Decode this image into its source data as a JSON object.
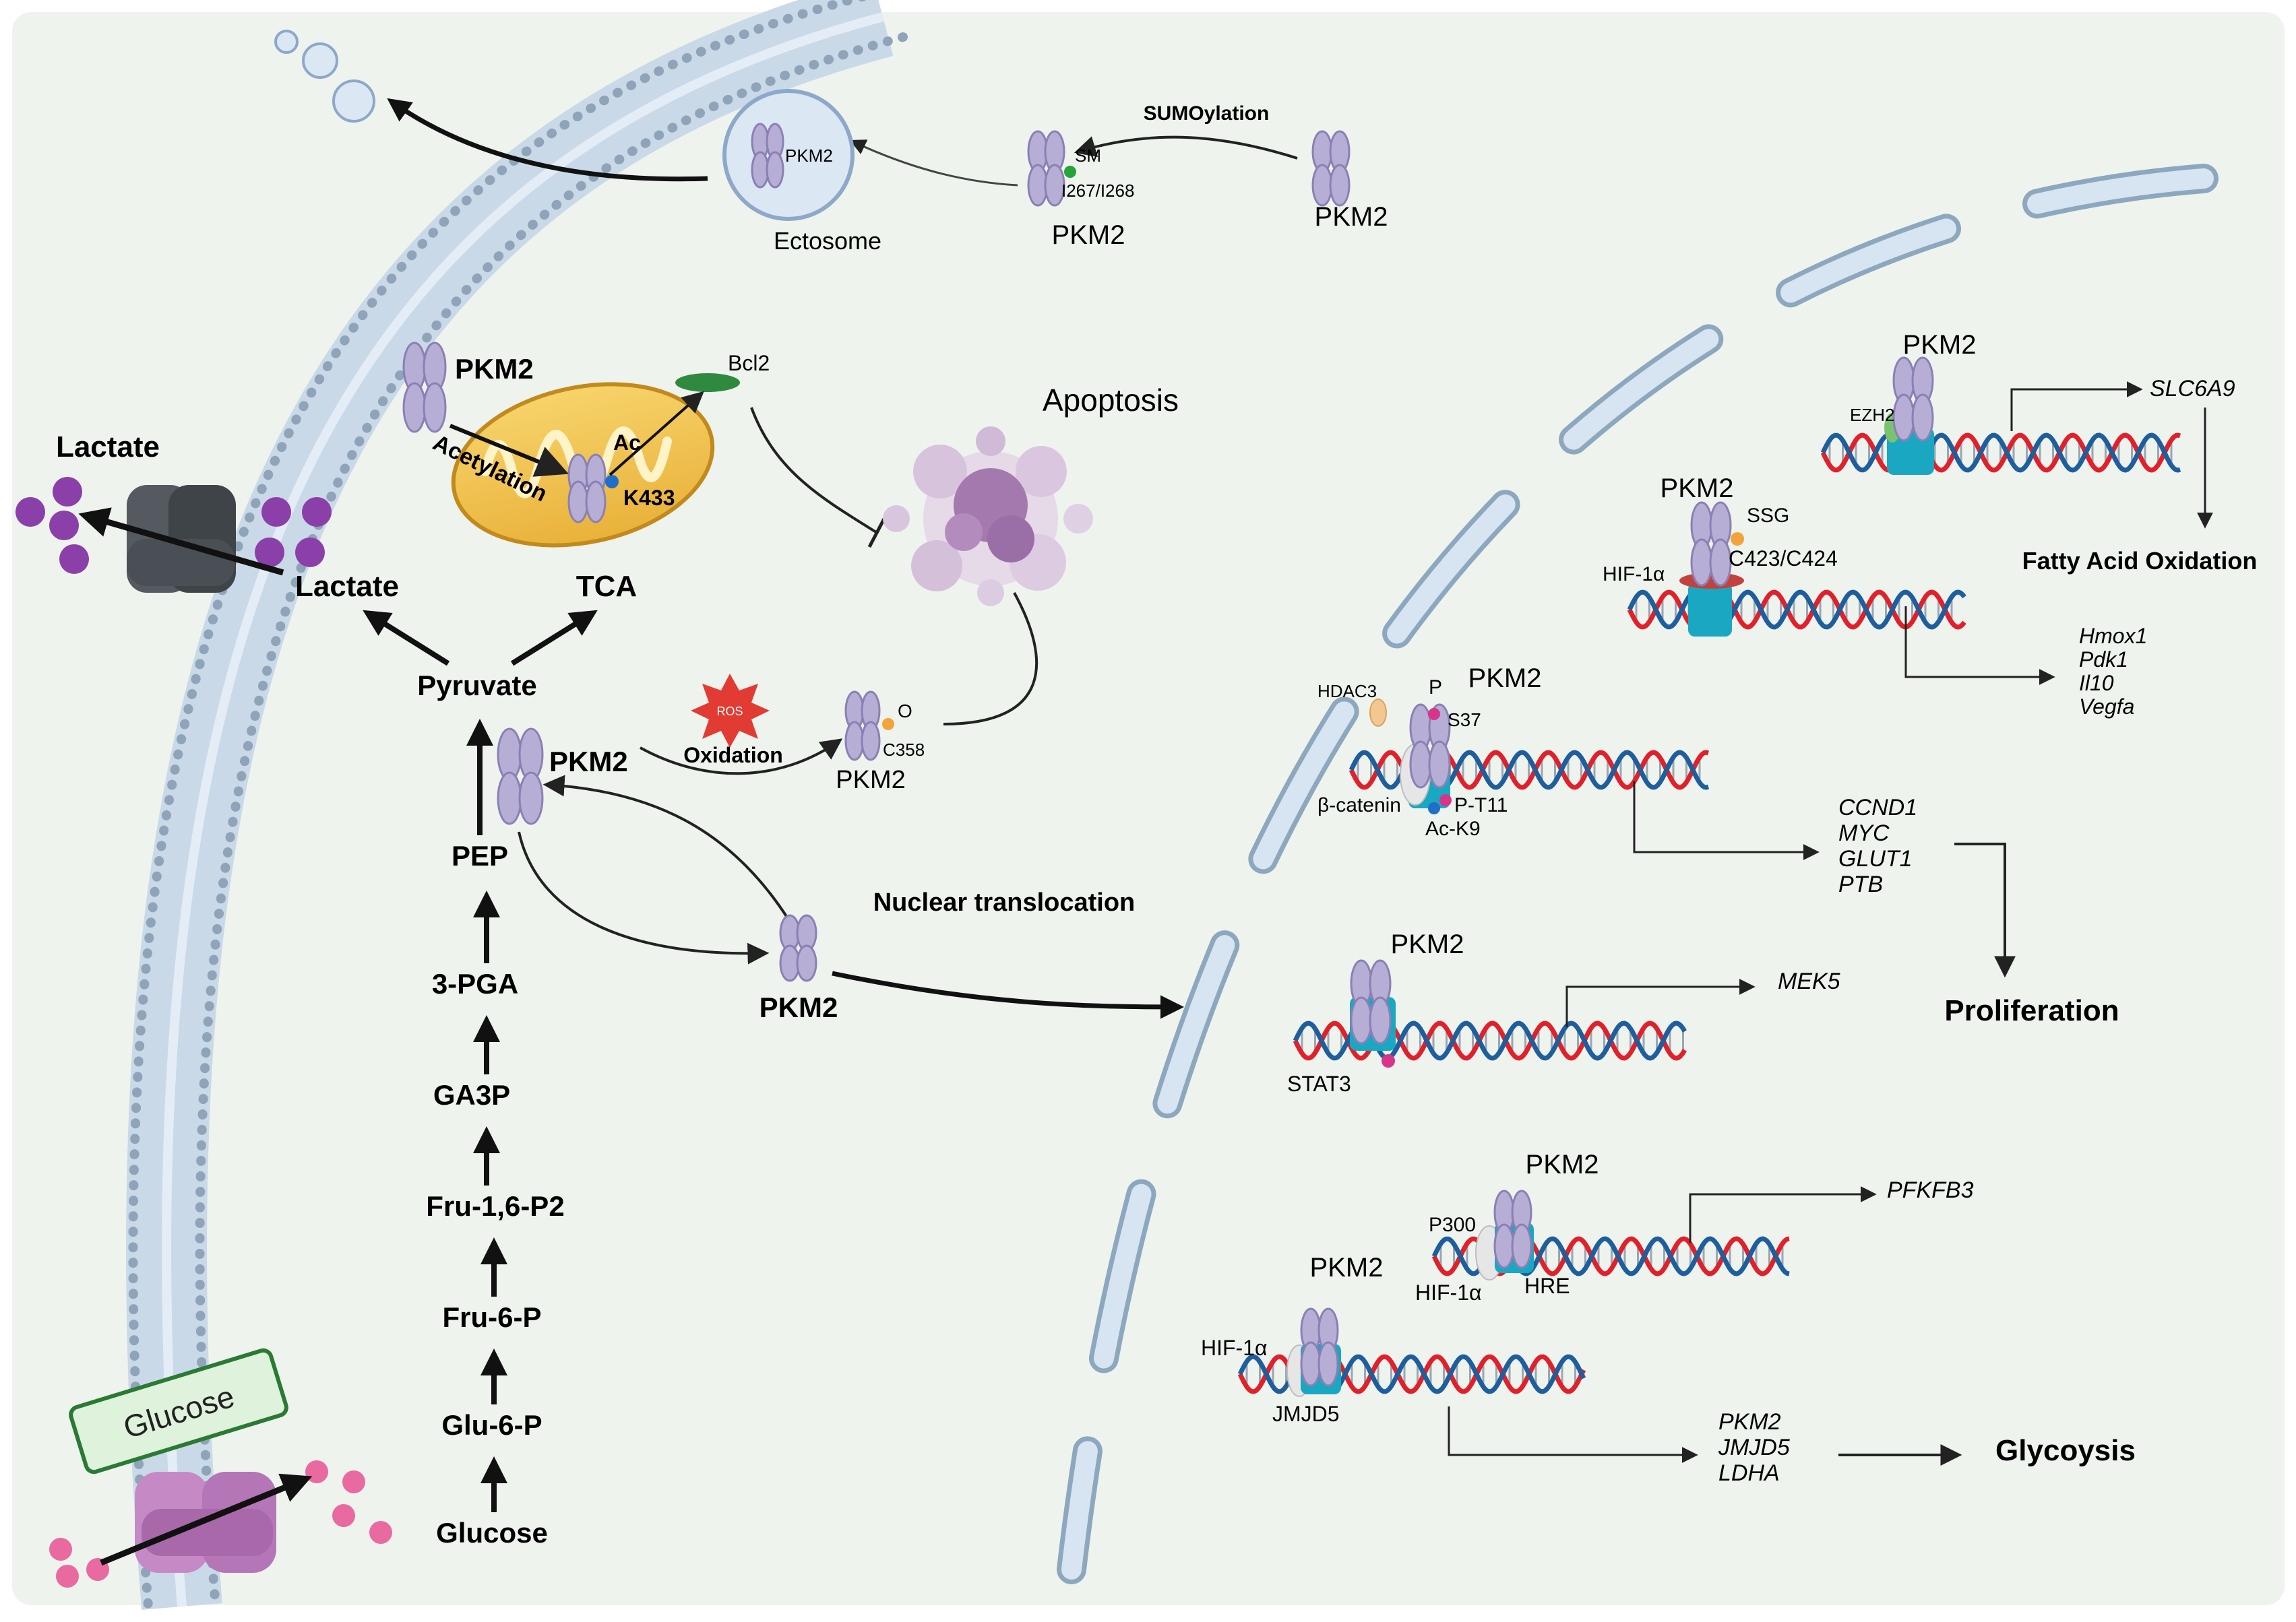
{
  "colors": {
    "background": "#eef3ee",
    "membrane_head": "#8fa4b8",
    "membrane_tail": "#c9d9e8",
    "pkm2": "#b7aed6",
    "dna_red": "#e0202a",
    "dna_blue": "#1f5e9c",
    "teal": "#1aa7c2",
    "mito": "#f2c24c",
    "lactate": "#8b3fa8",
    "glucose_dot": "#e86aa0",
    "glut": "#c58ac6",
    "mct": "#555a60",
    "nucleus": "#cfe0ee"
  },
  "glycolysis": {
    "glucose": "Glucose",
    "glu6p": "Glu-6-P",
    "fru6p": "Fru-6-P",
    "fru16p2": "Fru-1,6-P2",
    "ga3p": "GA3P",
    "pga3": "3-PGA",
    "pep": "PEP",
    "pyruvate": "Pyruvate",
    "lactate": "Lactate",
    "tca": "TCA"
  },
  "membrane": {
    "lactate_out": "Lactate",
    "glucose_box": "Glucose"
  },
  "cytoplasm": {
    "pkm2_main": "PKM2",
    "pkm2_mito": "PKM2",
    "acetylation": "Acetylation",
    "ac": "Ac",
    "k433": "K433",
    "bcl2": "Bcl2",
    "apoptosis": "Apoptosis",
    "ros": "ROS",
    "oxidation": "Oxidation",
    "o": "O",
    "c358": "C358",
    "pkm2_ox": "PKM2",
    "pkm2_translocating": "PKM2",
    "nuclear_translocation": "Nuclear translocation",
    "sumoylation": "SUMOylation",
    "sm": "SM",
    "i267": "I267/I268",
    "pkm2_sumo": "PKM2",
    "pkm2_top": "PKM2",
    "ectosome_pkm2": "PKM2",
    "ectosome": "Ectosome"
  },
  "nucleus": {
    "fao": {
      "pkm2": "PKM2",
      "ezh2": "EZH2",
      "gene": "SLC6A9",
      "outcome": "Fatty Acid Oxidation"
    },
    "hif": {
      "pkm2": "PKM2",
      "ssg": "SSG",
      "site": "C423/C424",
      "hif1a": "HIF-1α",
      "genes": [
        "Hmox1",
        "Pdk1",
        "Il10",
        "Vegfa"
      ]
    },
    "beta": {
      "pkm2": "PKM2",
      "hdac3": "HDAC3",
      "p": "P",
      "s37": "S37",
      "beta_catenin": "β-catenin",
      "pt11": "P-T11",
      "ack9": "Ac-K9",
      "genes": [
        "CCND1",
        "MYC",
        "GLUT1",
        "PTB"
      ]
    },
    "stat3": {
      "pkm2": "PKM2",
      "stat3": "STAT3",
      "gene": "MEK5"
    },
    "proliferation": "Proliferation",
    "p300": {
      "pkm2": "PKM2",
      "p300": "P300",
      "hif1a": "HIF-1α",
      "hre": "HRE",
      "gene": "PFKFB3"
    },
    "jmjd5": {
      "pkm2": "PKM2",
      "hif1a": "HIF-1α",
      "jmjd5": "JMJD5",
      "genes": [
        "PKM2",
        "JMJD5",
        "LDHA"
      ]
    },
    "glycolysis": "Glycoysis"
  }
}
